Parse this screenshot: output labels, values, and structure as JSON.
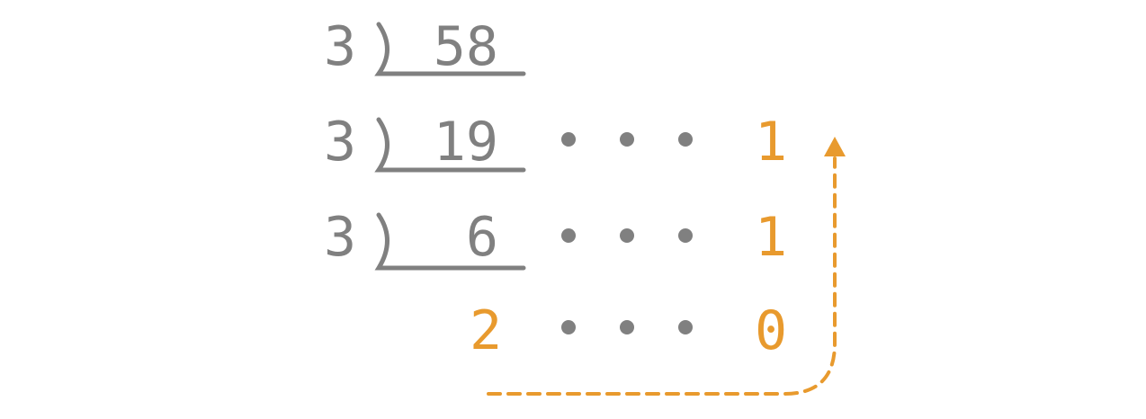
{
  "colors": {
    "gray": "#808080",
    "orange": "#e89a2e",
    "background": "#ffffff"
  },
  "rows": [
    {
      "divisor": "3",
      "dividend": "58",
      "remainder": ""
    },
    {
      "divisor": "3",
      "dividend": "19",
      "remainder": "1"
    },
    {
      "divisor": "3",
      "dividend": "6",
      "remainder": "1"
    }
  ],
  "final": {
    "quotient": "2",
    "remainder": "0"
  },
  "arrow_icon": "dashed-arrow-up-icon"
}
